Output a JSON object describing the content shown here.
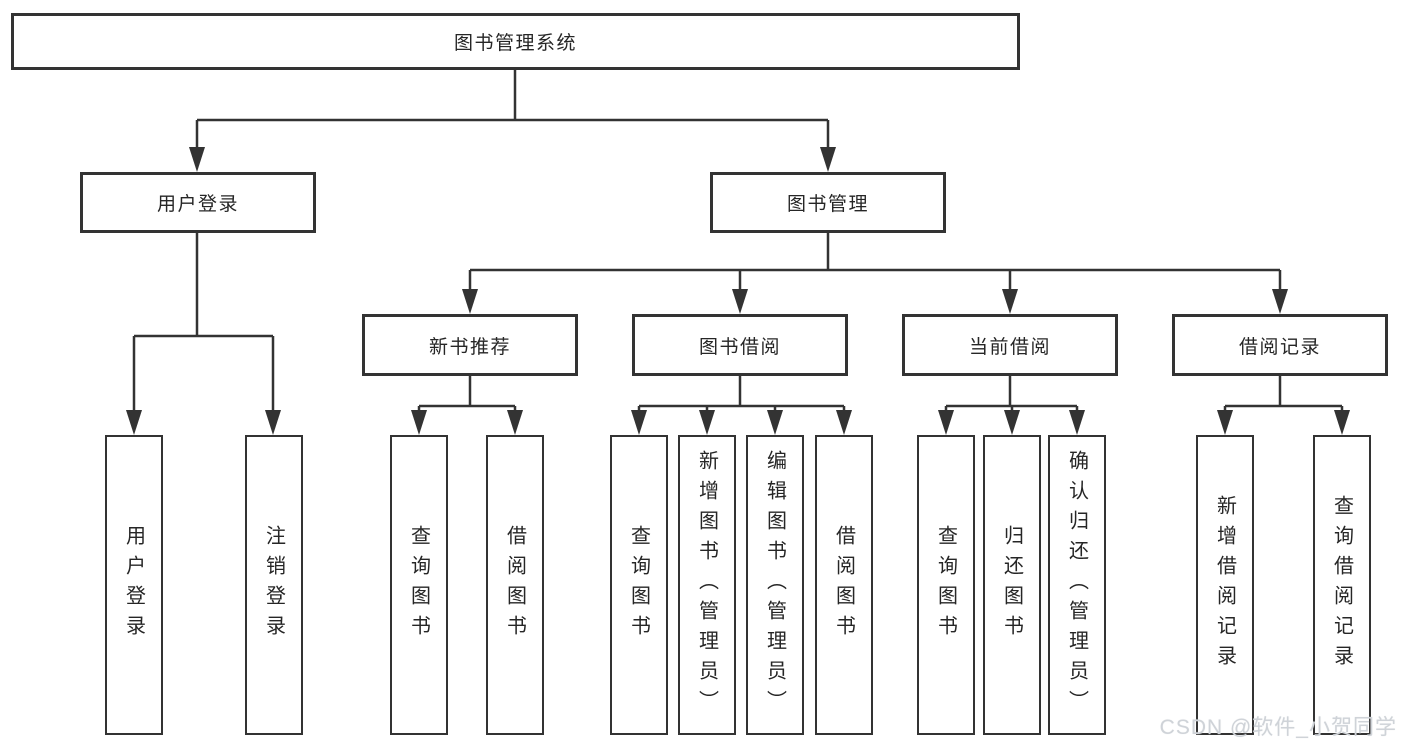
{
  "diagram": {
    "title": "图书管理系统",
    "level1": {
      "user_login": "用户登录",
      "book_mgmt": "图书管理"
    },
    "level2": {
      "new_book_rec": "新书推荐",
      "book_borrow": "图书借阅",
      "current_borrow": "当前借阅",
      "borrow_records": "借阅记录"
    },
    "leaves": {
      "user_login": [
        "用户登录",
        "注销登录"
      ],
      "new_book_rec": [
        "查询图书",
        "借阅图书"
      ],
      "book_borrow": [
        "查询图书",
        "新增图书（管理员）",
        "编辑图书（管理员）",
        "借阅图书"
      ],
      "current_borrow": [
        "查询图书",
        "归还图书",
        "确认归还（管理员）"
      ],
      "borrow_records": [
        "新增借阅记录",
        "查询借阅记录"
      ]
    }
  },
  "watermark": {
    "text": "CSDN @软件_小贺同学"
  },
  "colors": {
    "line": "#333333",
    "text": "#262626",
    "watermark": "#cfd3d8"
  }
}
